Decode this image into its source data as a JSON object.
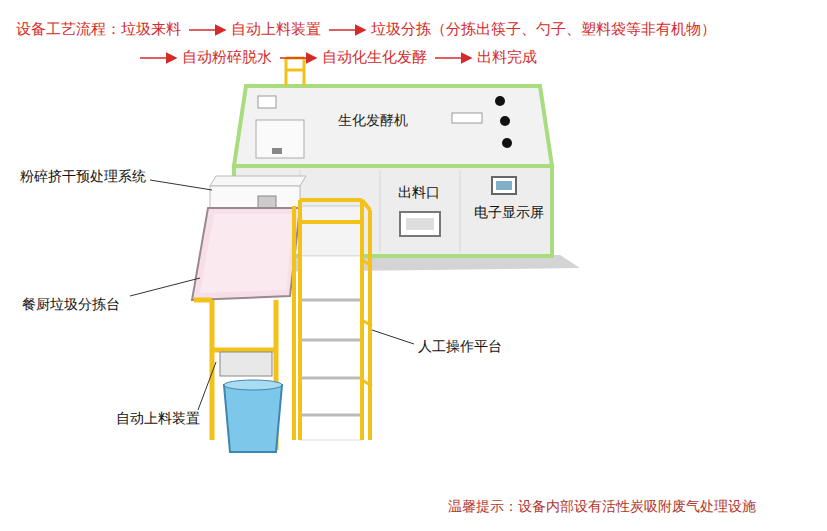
{
  "diagram": {
    "labels": [
      "设备工艺流程：垃圾来料",
      "自动上料装置",
      "垃圾分拣（分拣出筷子、勺子、塑料袋等非有机物）",
      "自动粉碎脱水",
      "自动化生化发酵",
      "出料完成",
      "生化发酵机",
      "粉碎挤干预处理系统",
      "出料口",
      "电子显示屏",
      "餐厨垃圾分拣台",
      "人工操作平台",
      "自动上料装置",
      "温馨提示：设备内部设有活性炭吸附废气处理设施"
    ]
  }
}
